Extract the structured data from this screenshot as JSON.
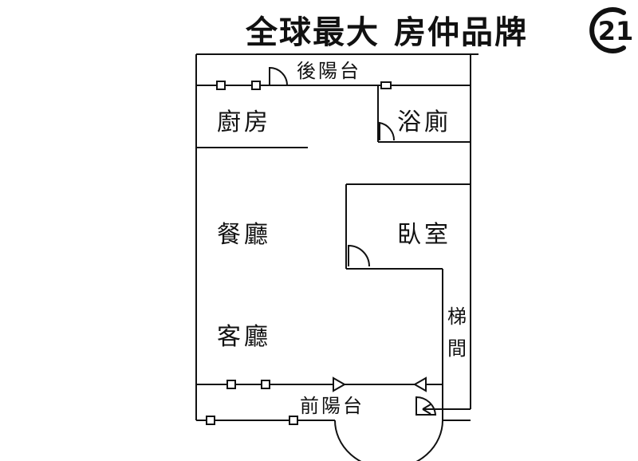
{
  "header": {
    "slogan_part1": "全球最大",
    "slogan_part2": "房仲品牌",
    "logo_number": "21"
  },
  "rooms": {
    "back_balcony": "後陽台",
    "kitchen": "廚房",
    "bathroom": "浴廁",
    "dining": "餐廳",
    "bedroom": "臥室",
    "living": "客廳",
    "stair_1": "梯",
    "stair_2": "間",
    "front_balcony": "前陽台"
  },
  "colors": {
    "line": "#111111",
    "background": "#ffffff"
  }
}
